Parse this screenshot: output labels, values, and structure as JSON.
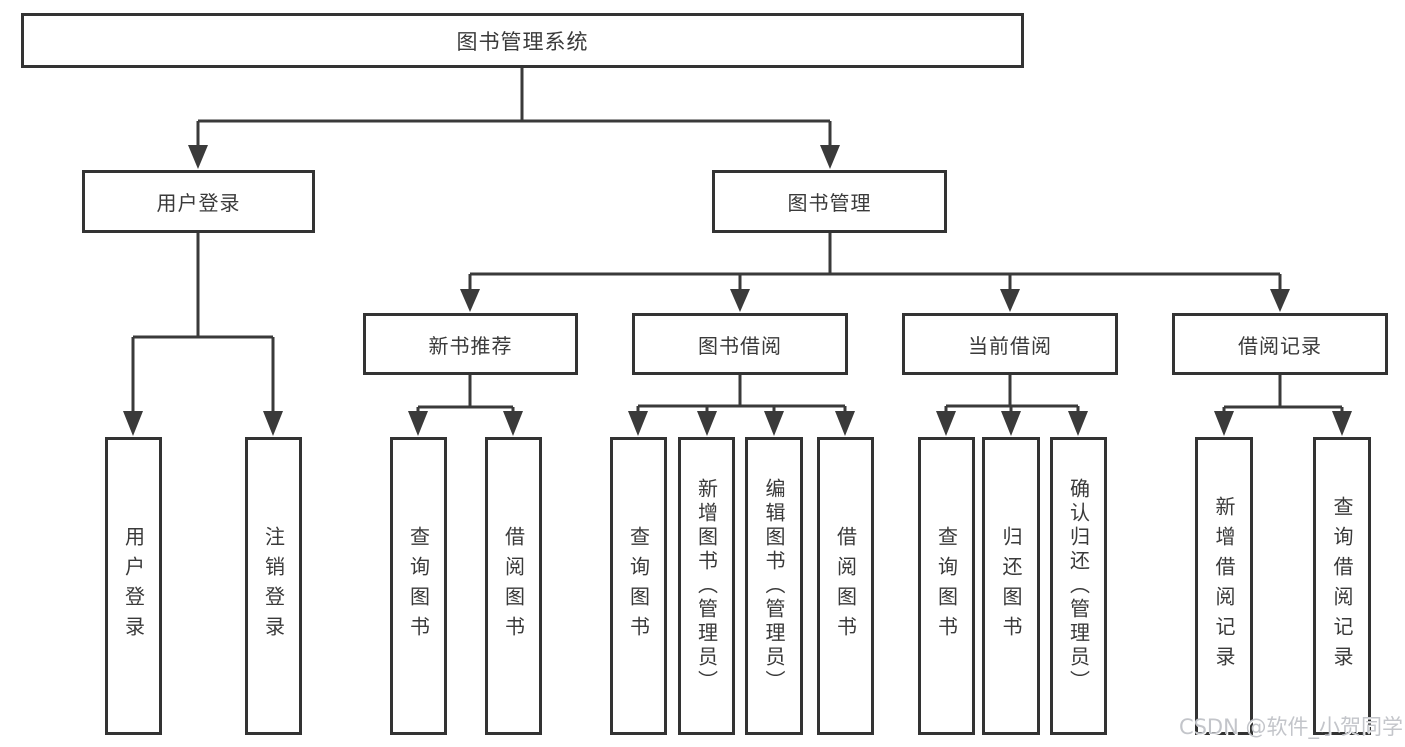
{
  "tree": {
    "label": "图书管理系统",
    "children": [
      {
        "label": "用户登录",
        "children": [
          {
            "label": "用户登录"
          },
          {
            "label": "注销登录"
          }
        ]
      },
      {
        "label": "图书管理",
        "children": [
          {
            "label": "新书推荐",
            "children": [
              {
                "label": "查询图书"
              },
              {
                "label": "借阅图书"
              }
            ]
          },
          {
            "label": "图书借阅",
            "children": [
              {
                "label": "查询图书"
              },
              {
                "label": "新增图书（管理员）"
              },
              {
                "label": "编辑图书（管理员）"
              },
              {
                "label": "借阅图书"
              }
            ]
          },
          {
            "label": "当前借阅",
            "children": [
              {
                "label": "查询图书"
              },
              {
                "label": "归还图书"
              },
              {
                "label": "确认归还（管理员）"
              }
            ]
          },
          {
            "label": "借阅记录",
            "children": [
              {
                "label": "新增借阅记录"
              },
              {
                "label": "查询借阅记录"
              }
            ]
          }
        ]
      }
    ]
  },
  "watermark": {
    "text": "CSDN @软件_小贺同学"
  },
  "colors": {
    "line": "#3a3a3a",
    "box_border": "#333333",
    "text": "#3a3a3a",
    "watermark": "#c3c5ca",
    "background": "#ffffff"
  }
}
